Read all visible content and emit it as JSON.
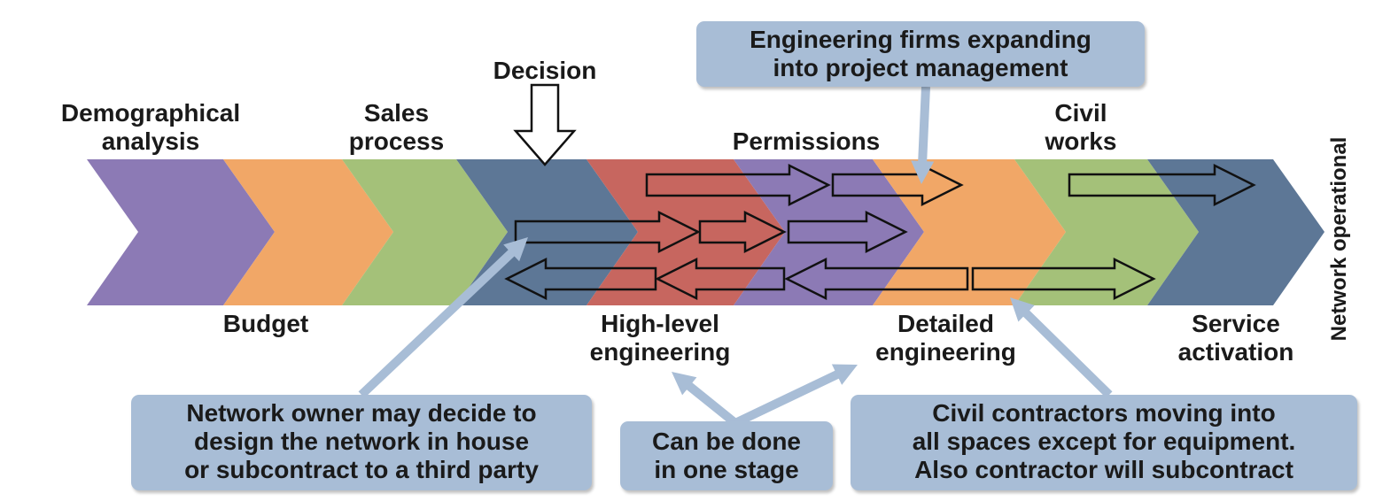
{
  "colors": {
    "purple": "#8c7ab5",
    "orange": "#f1a767",
    "green": "#a4c179",
    "navy": "#5d7796",
    "red": "#c7665f",
    "callout_fill": "#a8bdd6",
    "pointer": "#a8bdd6"
  },
  "chevrons": [
    {
      "name": "chevron-demographical-analysis",
      "color": "purple"
    },
    {
      "name": "chevron-budget",
      "color": "orange"
    },
    {
      "name": "chevron-sales-process",
      "color": "green"
    },
    {
      "name": "chevron-decision",
      "color": "navy"
    },
    {
      "name": "chevron-high-level-engineering",
      "color": "red"
    },
    {
      "name": "chevron-permissions",
      "color": "purple"
    },
    {
      "name": "chevron-detailed-engineering",
      "color": "orange"
    },
    {
      "name": "chevron-civil-works",
      "color": "green"
    },
    {
      "name": "chevron-service-activation",
      "color": "navy"
    }
  ],
  "stages": {
    "demographical_analysis": [
      "Demographical",
      "analysis"
    ],
    "sales_process": [
      "Sales",
      "process"
    ],
    "decision": "Decision",
    "permissions": "Permissions",
    "civil_works": [
      "Civil",
      "works"
    ],
    "budget": "Budget",
    "high_level_engineering": [
      "High-level",
      "engineering"
    ],
    "detailed_engineering": [
      "Detailed",
      "engineering"
    ],
    "service_activation": [
      "Service",
      "activation"
    ],
    "network_operational": "Network operational"
  },
  "callouts": {
    "engineering_firms": [
      "Engineering firms expanding",
      "into project management"
    ],
    "network_owner": [
      "Network owner may decide to",
      "design the network in house",
      "or subcontract to a third party"
    ],
    "one_stage": [
      "Can be done",
      "in one stage"
    ],
    "civil_contractors": [
      "Civil contractors moving into",
      "all spaces except for equipment.",
      "Also contractor will subcontract"
    ]
  }
}
